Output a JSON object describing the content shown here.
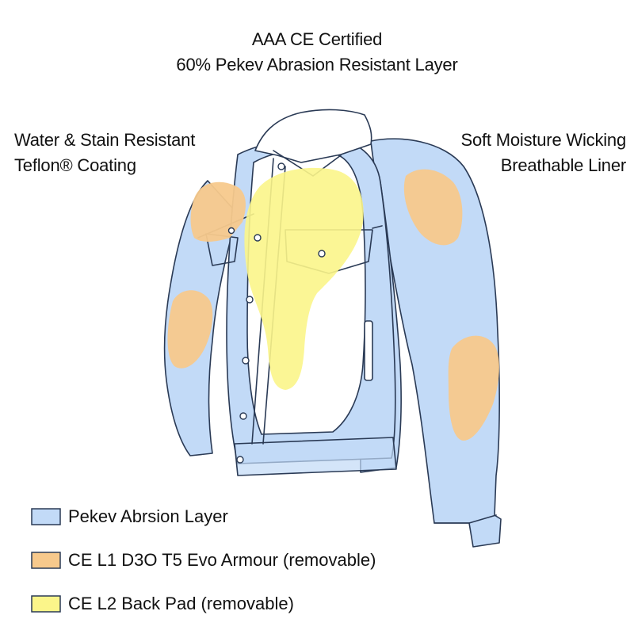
{
  "title": {
    "line1": "AAA CE Certified",
    "line2": "60% Pekev Abrasion Resistant Layer"
  },
  "left_note": {
    "line1": "Water & Stain Resistant",
    "line2": "Teflon® Coating"
  },
  "right_note": {
    "line1": "Soft Moisture Wicking",
    "line2": "Breathable Liner"
  },
  "legend": [
    {
      "label": "Pekev Abrsion Layer",
      "color": "#c2daf7"
    },
    {
      "label": "CE L1 D3O T5 Evo Armour (removable)",
      "color": "#f7c98c"
    },
    {
      "label": "CE L2 Back Pad (removable)",
      "color": "#fbf58a"
    }
  ],
  "colors": {
    "outline": "#2a3a55",
    "pekev": "#c2daf7",
    "armour": "#f7c98c",
    "back_pad": "#fbf58a",
    "body_white": "#ffffff"
  }
}
